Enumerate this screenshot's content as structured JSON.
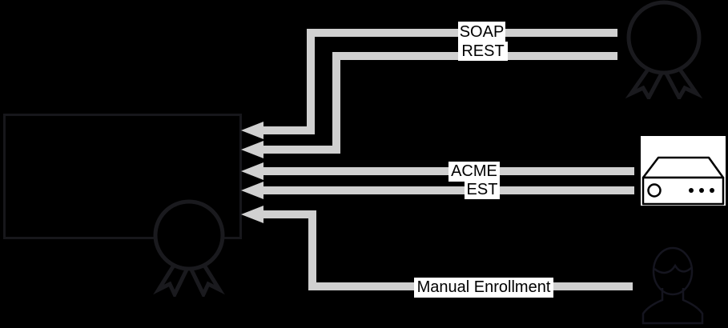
{
  "canvas": {
    "background_color": "#000000",
    "connector_color": "#d0d0d0",
    "label_background": "#ffffff",
    "label_text_color": "#000000",
    "icon_outline_color": "#17171b"
  },
  "nodes": [
    {
      "id": "certificate-authority",
      "icon": "certificate-box-with-rosette-badge",
      "side": "left"
    },
    {
      "id": "certificate-award",
      "icon": "rosette-award-icon",
      "side": "top-right"
    },
    {
      "id": "network-appliance",
      "icon": "server-appliance-icon",
      "side": "middle-right"
    },
    {
      "id": "operator",
      "icon": "person-icon",
      "side": "bottom-right"
    }
  ],
  "edges": [
    {
      "label": "SOAP",
      "from": "certificate-award",
      "to": "certificate-authority"
    },
    {
      "label": "REST",
      "from": "certificate-award",
      "to": "certificate-authority"
    },
    {
      "label": "ACME",
      "from": "network-appliance",
      "to": "certificate-authority"
    },
    {
      "label": "EST",
      "from": "network-appliance",
      "to": "certificate-authority"
    },
    {
      "label": "Manual Enrollment",
      "from": "operator",
      "to": "certificate-authority"
    }
  ]
}
